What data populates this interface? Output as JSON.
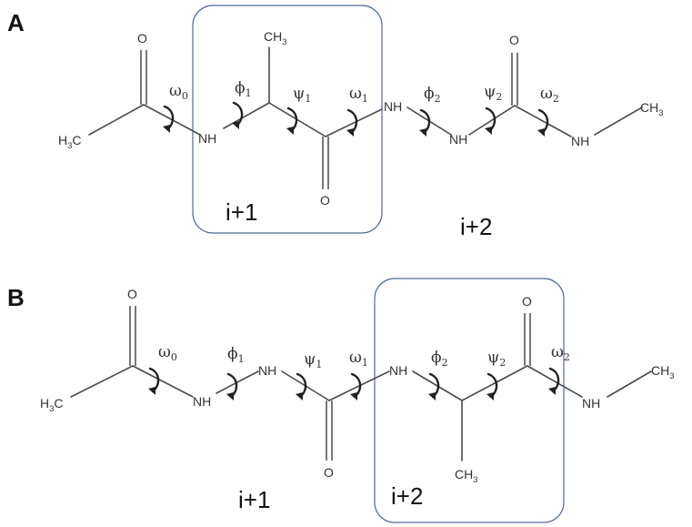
{
  "panels": [
    {
      "id": "A",
      "label": "A",
      "atoms": {
        "ch3_left": "H",
        "ch3_left_sub": "3",
        "ch3_left_c": "C",
        "o1": "O",
        "nh1": "NH",
        "ch3_side_c": "CH",
        "ch3_side_sub": "3",
        "o2": "O",
        "nh2": "NH",
        "nh3": "NH",
        "o3": "O",
        "nh4": "NH",
        "ch3_right": "CH",
        "ch3_right_sub": "3"
      },
      "angles": [
        {
          "sym": "ω",
          "sub": "0"
        },
        {
          "sym": "ϕ",
          "sub": "1"
        },
        {
          "sym": "ψ",
          "sub": "1"
        },
        {
          "sym": "ω",
          "sub": "1"
        },
        {
          "sym": "ϕ",
          "sub": "2"
        },
        {
          "sym": "ψ",
          "sub": "2"
        },
        {
          "sym": "ω",
          "sub": "2"
        }
      ],
      "residues": [
        "i+1",
        "i+2"
      ],
      "boxed_residue": "i+1"
    },
    {
      "id": "B",
      "label": "B",
      "atoms": {
        "ch3_left": "H",
        "ch3_left_sub": "3",
        "ch3_left_c": "C",
        "o1": "O",
        "nh1": "NH",
        "nh2": "NH",
        "o2": "O",
        "nh3": "NH",
        "ch3_side_c": "CH",
        "ch3_side_sub": "3",
        "o3": "O",
        "nh4": "NH",
        "ch3_right": "CH",
        "ch3_right_sub": "3"
      },
      "angles": [
        {
          "sym": "ω",
          "sub": "0"
        },
        {
          "sym": "ϕ",
          "sub": "1"
        },
        {
          "sym": "ψ",
          "sub": "1"
        },
        {
          "sym": "ω",
          "sub": "1"
        },
        {
          "sym": "ϕ",
          "sub": "2"
        },
        {
          "sym": "ψ",
          "sub": "2"
        },
        {
          "sym": "ω",
          "sub": "2"
        }
      ],
      "residues": [
        "i+1",
        "i+2"
      ],
      "boxed_residue": "i+2"
    }
  ]
}
